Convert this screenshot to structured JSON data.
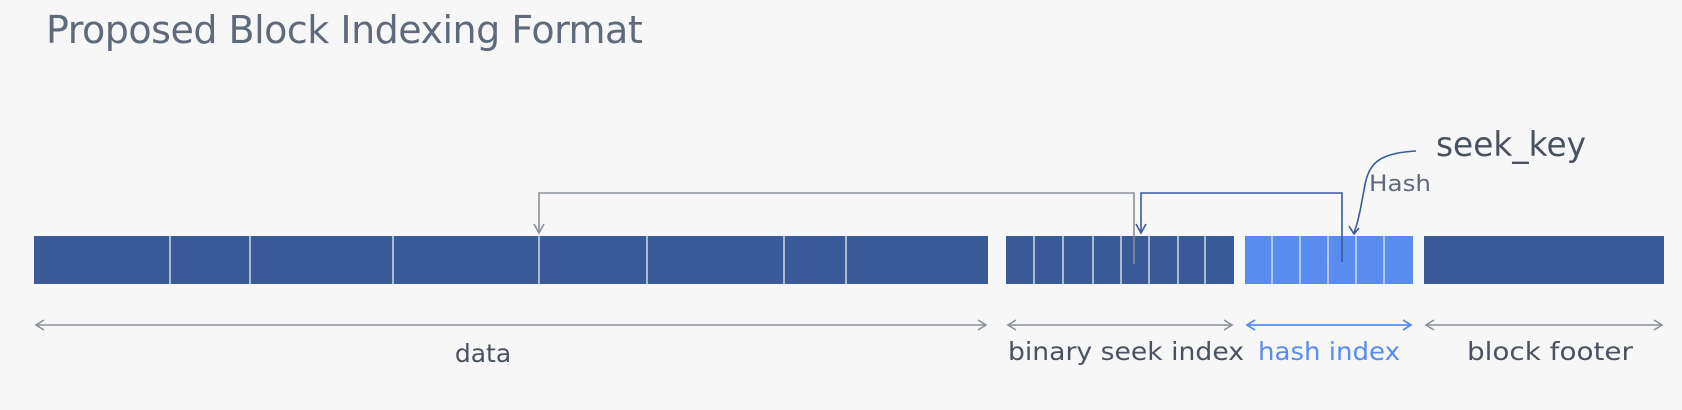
{
  "title": "Proposed Block Indexing Format",
  "labels": {
    "data": "data",
    "binary_seek_index": "binary seek index",
    "hash_index": "hash index",
    "block_footer": "block footer",
    "seek_key": "seek_key",
    "hash": "Hash"
  },
  "colors": {
    "background": "#f7f7f7",
    "title": "#5f6a7a",
    "data_block": "#3a5a98",
    "binary_index_block": "#3a5a98",
    "hash_index_block": "#5a8cf0",
    "footer_block": "#3a5a98",
    "cell_divider": "#c8d2e6",
    "connector": "#8a8f99",
    "connector_dark": "#3a5a98",
    "label": "#4a5260",
    "hash_label": "#5a8cf0"
  }
}
